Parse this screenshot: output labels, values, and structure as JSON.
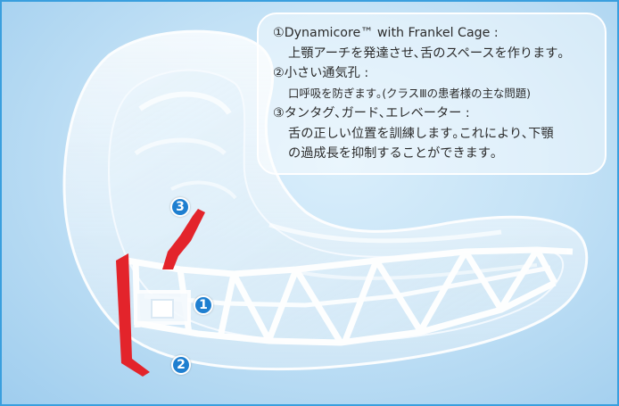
{
  "description_box": {
    "item1_title": "①Dynamicore™ with Frankel Cage :",
    "item1_desc": "上顎アーチを発達させ､舌のスペースを作ります｡",
    "item2_title": "②小さい通気孔 :",
    "item2_desc": "口呼吸を防ぎます｡(クラスⅢの患者様の主な問題)",
    "item3_title": "③タンタグ､ガード､エレベーター :",
    "item3_desc_line1": "舌の正しい位置を訓練します｡これにより､下顎",
    "item3_desc_line2": "の過成長を抑制することができます｡"
  },
  "markers": {
    "marker1": "1",
    "marker2": "2",
    "marker3": "3"
  },
  "colors": {
    "background": "#c4e2f6",
    "frame": "#3a9fde",
    "marker_fill": "#1f7fd0",
    "highlight_red": "#e3242b"
  }
}
